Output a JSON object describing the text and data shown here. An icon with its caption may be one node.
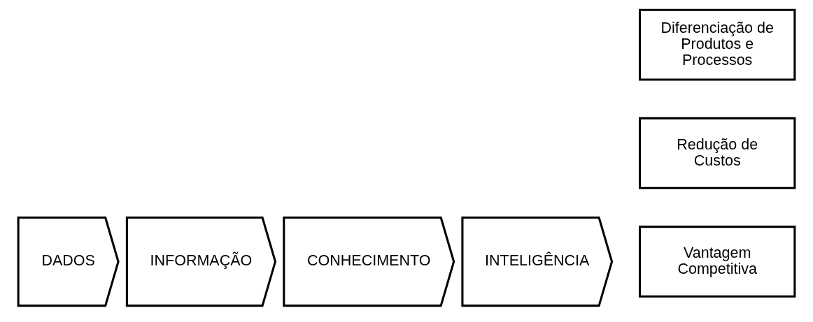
{
  "diagram": {
    "nodes": [
      {
        "text": [
          "DADOS"
        ]
      },
      {
        "text": [
          "INFORMAÇÃO"
        ]
      },
      {
        "text": [
          "CONHECIMENTO"
        ]
      },
      {
        "text": [
          "INTELIGÊNCIA"
        ]
      },
      {
        "text": [
          "Redução de Custos"
        ]
      },
      {
        "text": [
          "Vantagem Competitiva"
        ]
      },
      {
        "text": [
          "Diferenciação de Produtos e Processos"
        ]
      }
    ]
  }
}
